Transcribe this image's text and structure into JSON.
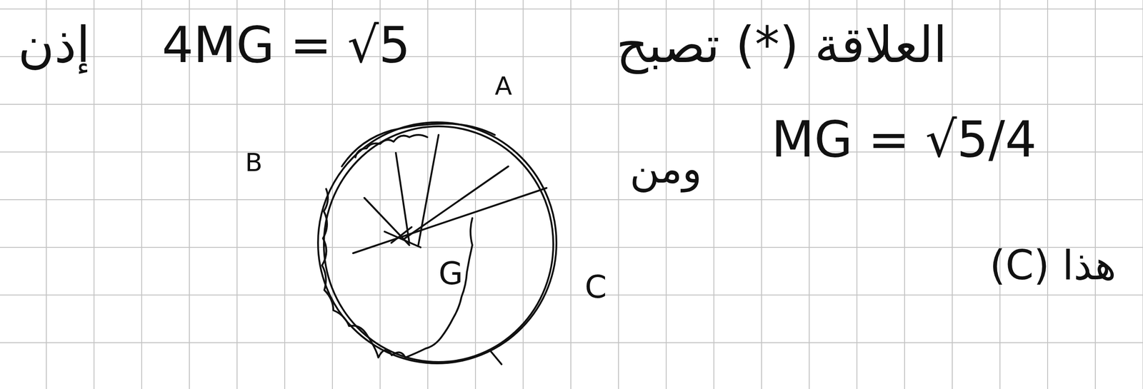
{
  "diagram": {
    "labels": [
      "إذن",
      "4MG = √5",
      "العلاقة (*) تصبح",
      "MG = √5/4",
      "ومن",
      "هذا (C)",
      "A",
      "B",
      "C",
      "G"
    ]
  }
}
